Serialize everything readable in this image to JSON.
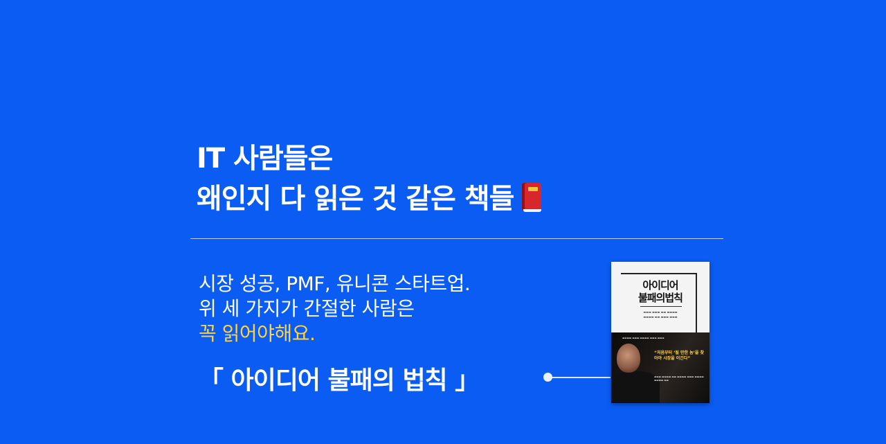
{
  "headline": {
    "line1": "IT 사람들은",
    "line2": "왜인지 다 읽은 것 같은 책들",
    "emoji_icon": "red-book-icon"
  },
  "sub": {
    "line1": "시장 성공, PMF,  유니콘 스타트업.",
    "line2": "위 세 가지가 간절한 사람은",
    "line3": "꼭 읽어야해요."
  },
  "book_title": "「 아이디어 불패의 법칙 」",
  "cover": {
    "title_line1": "아이디어",
    "title_line2": "불패의법칙",
    "quote": "“처음부터 ‘될 만한 놈’을 찾아야 시장을 이긴다”"
  },
  "colors": {
    "background": "#0a5cf2",
    "text": "#ffffff",
    "accent": "#ffd43b",
    "divider": "#bcd3ff"
  }
}
